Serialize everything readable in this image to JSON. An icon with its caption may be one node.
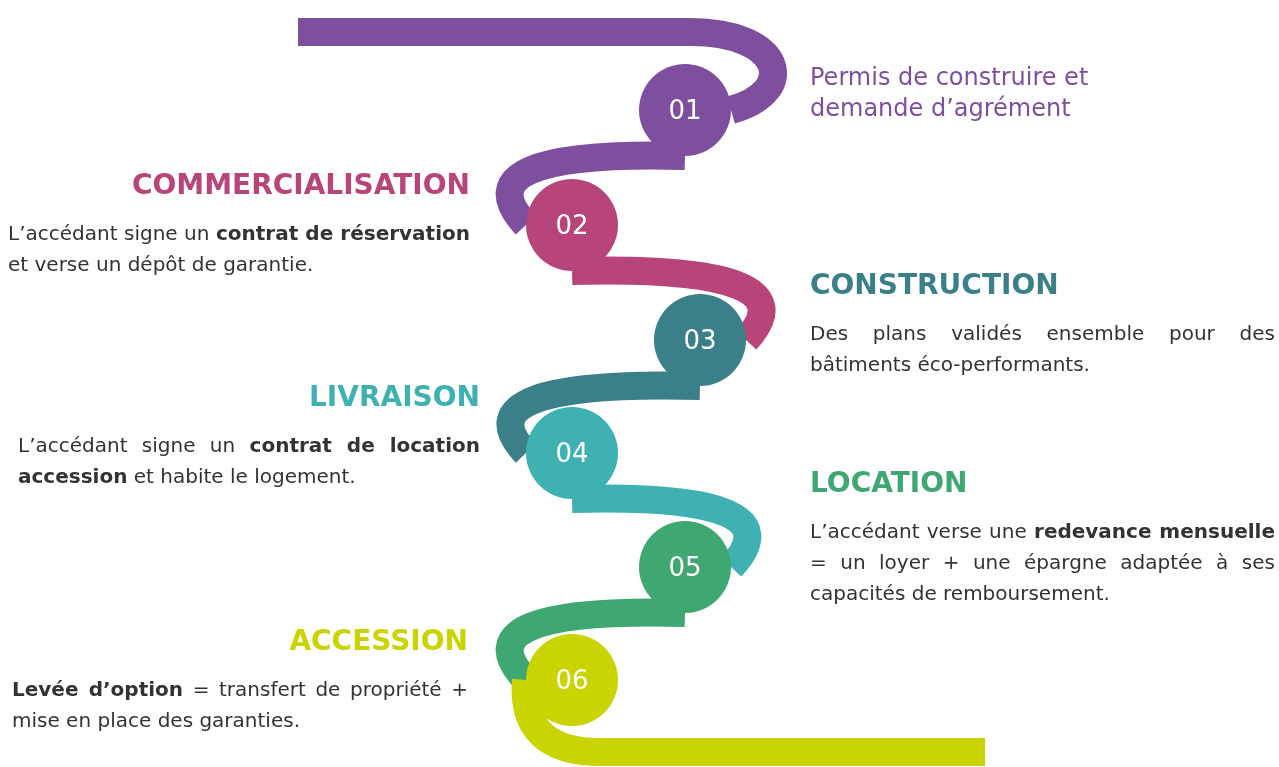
{
  "diagram": {
    "nodes": [
      {
        "text": [
          "01"
        ],
        "beside": [
          "Permis de construire et demande d’agrément"
        ]
      },
      {
        "text": [
          "02"
        ],
        "beside": [
          "COMMERCIALISATION",
          "L’accédant signe un **contrat de réservation** et verse un dépôt de garantie."
        ]
      },
      {
        "text": [
          "03"
        ],
        "beside": [
          "CONSTRUCTION",
          "Des plans validés ensemble pour des bâtiments éco-performants."
        ]
      },
      {
        "text": [
          "04"
        ],
        "beside": [
          "LIVRAISON",
          "L’accédant signe un **contrat de location accession** et habite le logement."
        ]
      },
      {
        "text": [
          "05"
        ],
        "beside": [
          "LOCATION",
          "L’accédant verse une **redevance mensuelle** = un loyer + une épargne adaptée à ses capacités de remboursement."
        ]
      },
      {
        "text": [
          "06"
        ],
        "beside": [
          "ACCESSION",
          "**Levée d’option** = transfert de propriété + mise en place des garanties."
        ]
      }
    ],
    "edges": [
      {
        "from": null,
        "to": 0,
        "arrow": "none",
        "color": "#7e4f9e"
      },
      {
        "from": 0,
        "to": 1,
        "arrow": "none",
        "color": "#7e4f9e"
      },
      {
        "from": 1,
        "to": 2,
        "arrow": "none",
        "color": "#b8457a"
      },
      {
        "from": 2,
        "to": 3,
        "arrow": "none",
        "color": "#3b8089"
      },
      {
        "from": 3,
        "to": 4,
        "arrow": "none",
        "color": "#3fb1b3"
      },
      {
        "from": 4,
        "to": 5,
        "arrow": "none",
        "color": "#3ea772"
      },
      {
        "from": 5,
        "to": null,
        "arrow": "none",
        "color": "#c9d400"
      }
    ]
  }
}
